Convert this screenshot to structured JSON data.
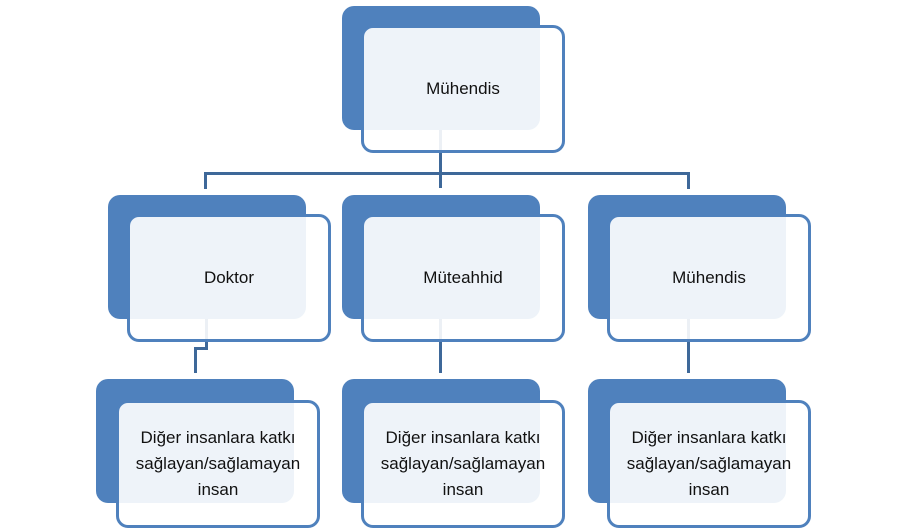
{
  "colors": {
    "node_fill": "#4f81bd",
    "connector": "#3e6899"
  },
  "root": {
    "label": "Mühendis"
  },
  "children": [
    {
      "label": "Doktor",
      "child": {
        "label": "Diğer insanlara katkı sağlayan/sağlamayan insan"
      }
    },
    {
      "label": "Müteahhid",
      "child": {
        "label": "Diğer insanlara katkı sağlayan/sağlamayan insan"
      }
    },
    {
      "label": "Mühendis",
      "child": {
        "label": "Diğer insanlara katkı sağlayan/sağlamayan insan"
      }
    }
  ]
}
